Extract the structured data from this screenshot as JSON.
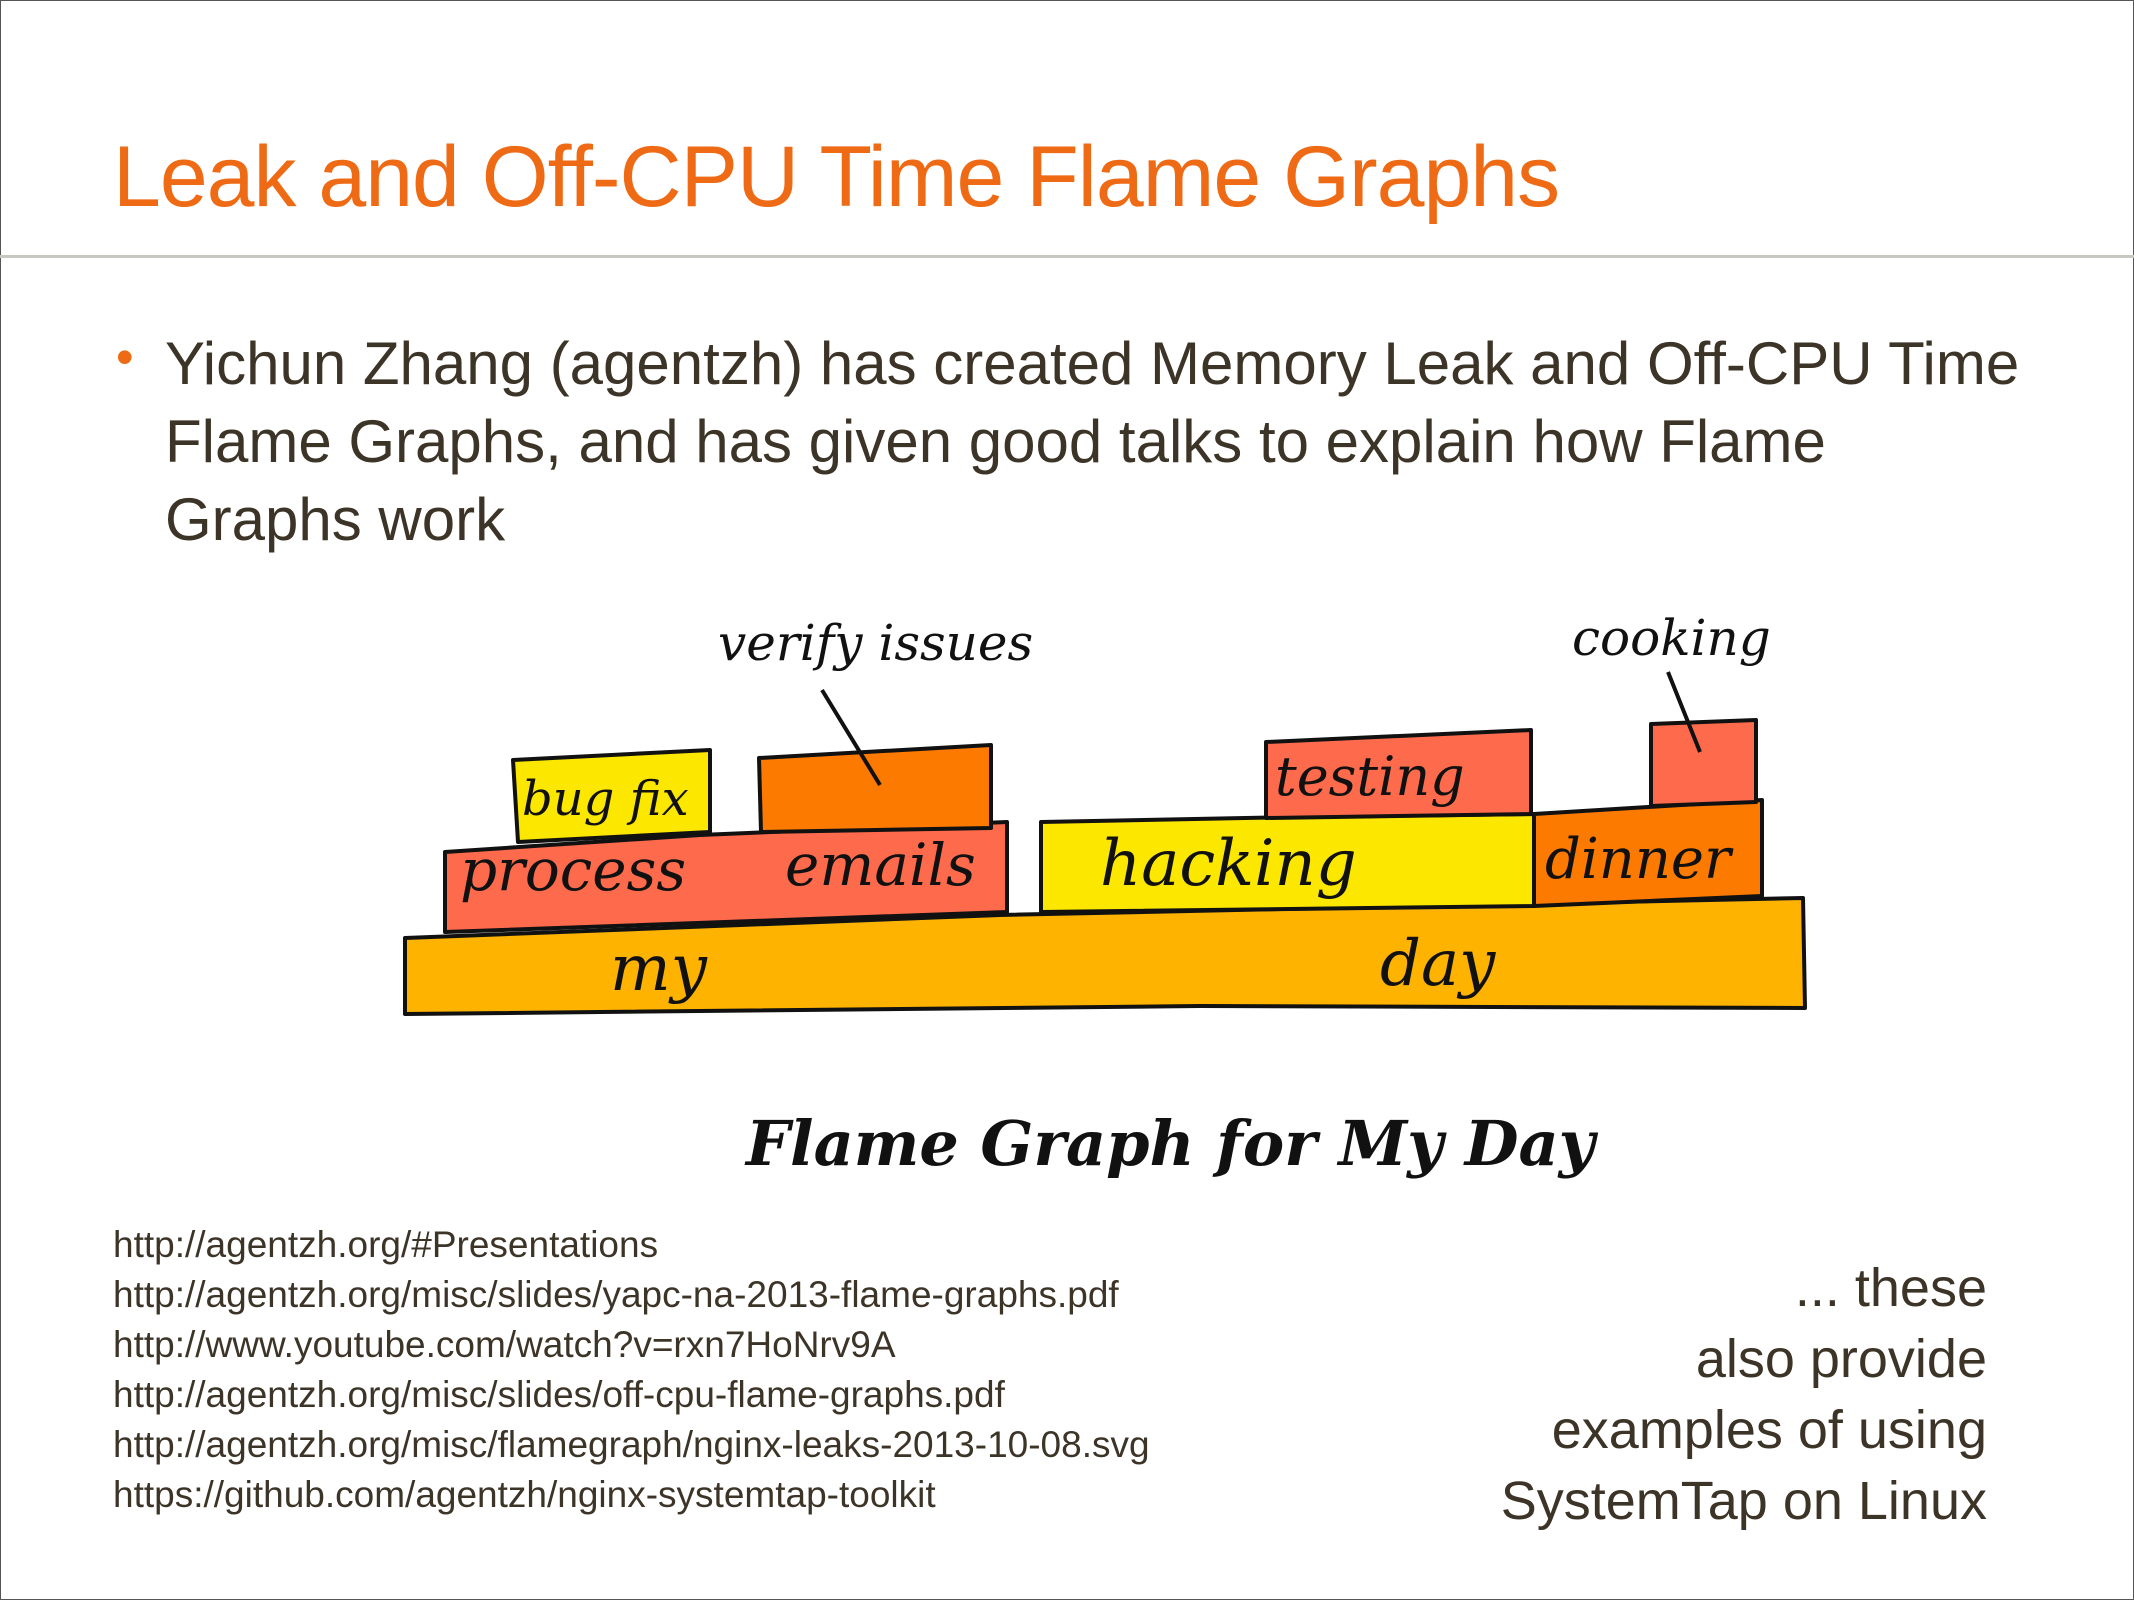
{
  "slide": {
    "title": "Leak and Off-CPU Time Flame Graphs",
    "bullet": "Yichun Zhang (agentzh) has created Memory Leak and Off-CPU Time Flame Graphs, and has given good talks to explain how Flame Graphs work",
    "figure": {
      "labels": {
        "my": "my",
        "day": "day",
        "process": "process",
        "emails": "emails",
        "hacking": "hacking",
        "dinner": "dinner",
        "bugfix": "bug fix",
        "verify": "verify issues",
        "testing": "testing",
        "cooking": "cooking"
      },
      "caption": "Flame Graph for My Day",
      "colors": {
        "base": "#fdb300",
        "red": "#fd6b4c",
        "yellow": "#fce700",
        "orange": "#fc7a00"
      }
    },
    "links": [
      "http://agentzh.org/#Presentations",
      "http://agentzh.org/misc/slides/yapc-na-2013-flame-graphs.pdf",
      "http://www.youtube.com/watch?v=rxn7HoNrv9A",
      "http://agentzh.org/misc/slides/off-cpu-flame-graphs.pdf",
      "http://agentzh.org/misc/flamegraph/nginx-leaks-2013-10-08.svg",
      "https://github.com/agentzh/nginx-systemtap-toolkit"
    ],
    "note_lines": [
      "... these",
      "also provide",
      "examples of using",
      "SystemTap on Linux"
    ]
  }
}
